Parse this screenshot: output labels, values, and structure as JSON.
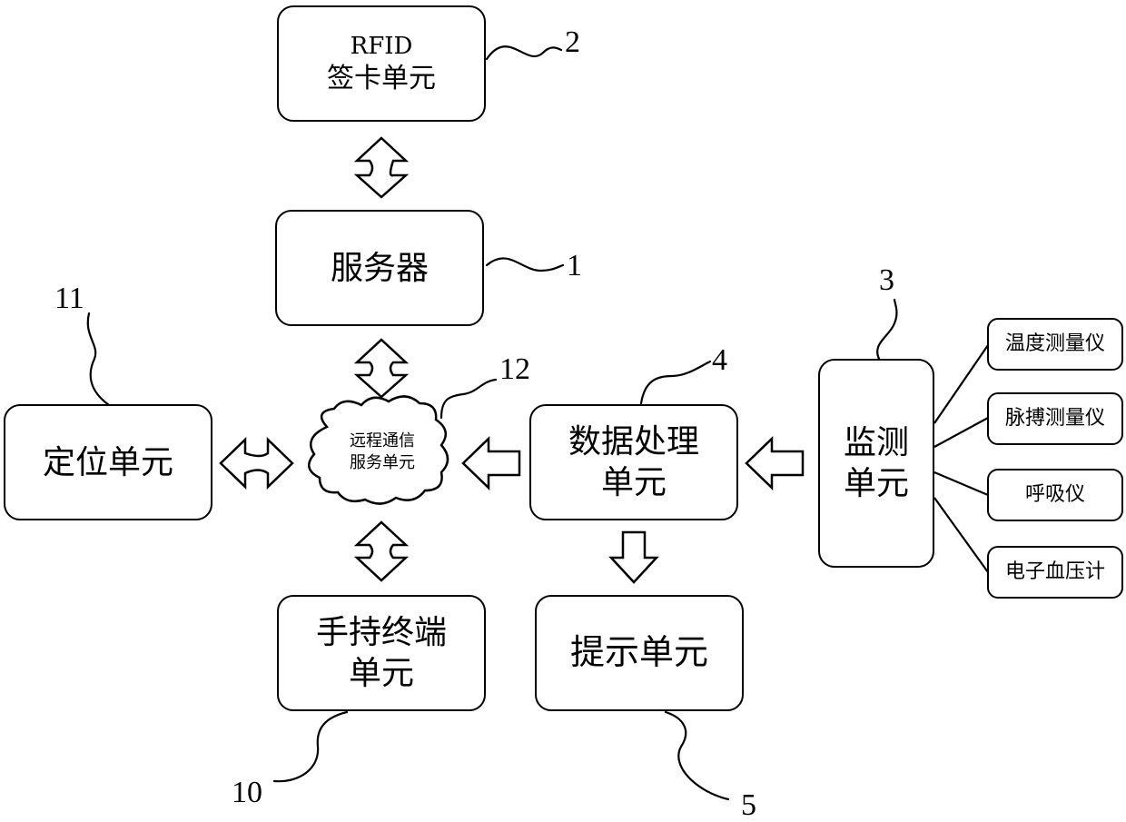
{
  "nodes": {
    "rfid": {
      "line1": "RFID",
      "line2": "签卡单元",
      "ref": "2"
    },
    "server": {
      "label": "服务器",
      "ref": "1"
    },
    "cloud": {
      "line1": "远程通信",
      "line2": "服务单元",
      "ref": "12"
    },
    "positioning": {
      "label": "定位单元",
      "ref": "11"
    },
    "data_processing": {
      "line1": "数据处理",
      "line2": "单元",
      "ref": "4"
    },
    "monitoring": {
      "line1": "监测",
      "line2": "单元",
      "ref": "3"
    },
    "handheld": {
      "line1": "手持终端",
      "line2": "单元",
      "ref": "10"
    },
    "prompt": {
      "label": "提示单元",
      "ref": "5"
    },
    "instruments": [
      "温度测量仪",
      "脉搏测量仪",
      "呼吸仪",
      "电子血压计"
    ]
  }
}
